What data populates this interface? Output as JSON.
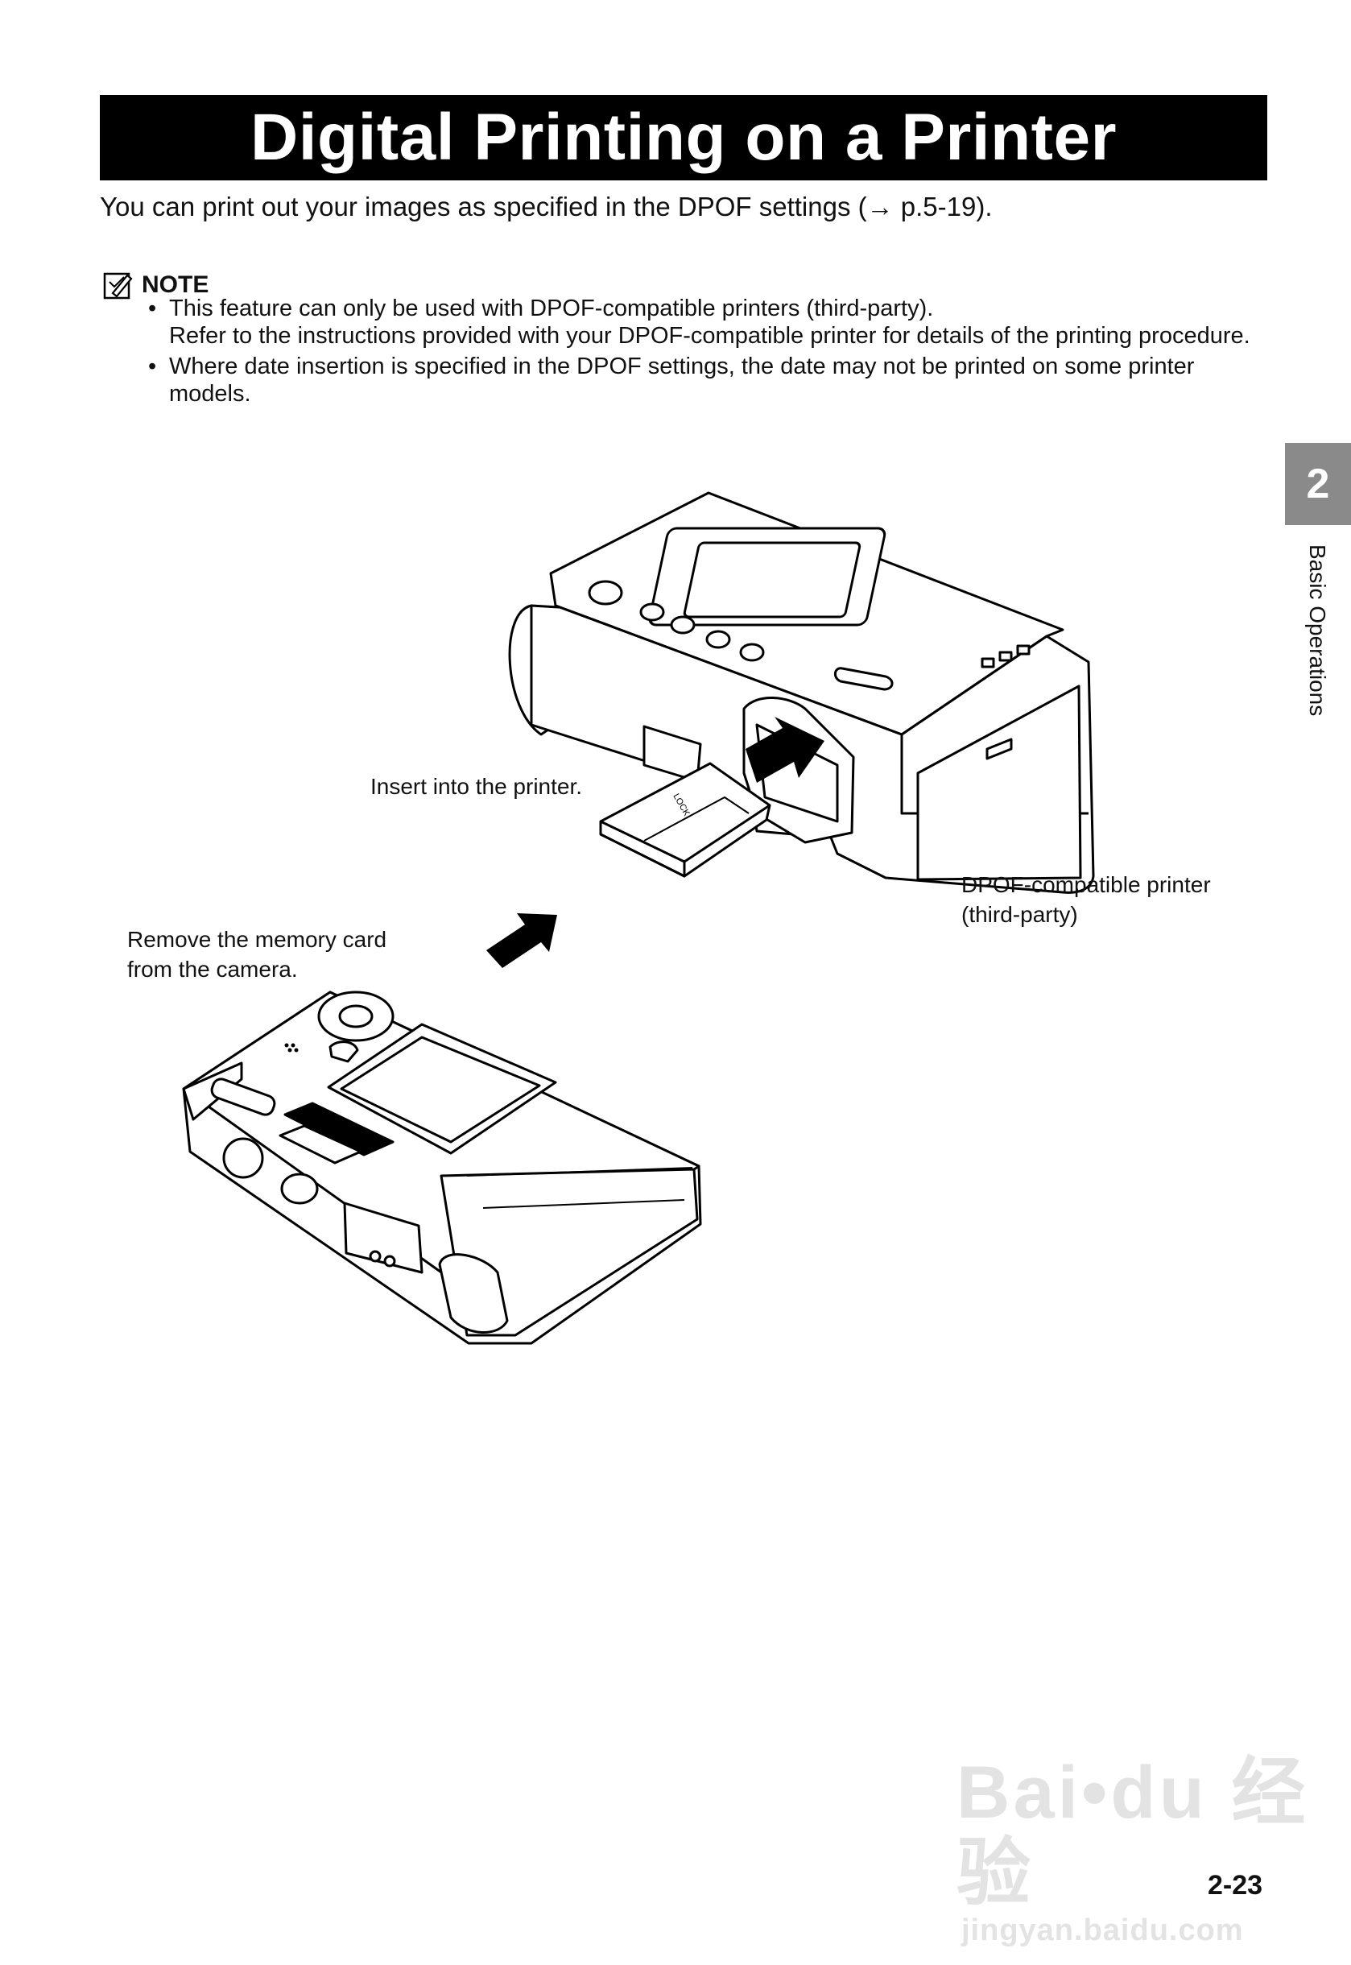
{
  "header": {
    "title": "Digital Printing on a Printer"
  },
  "intro": "You can print out your images as specified in the DPOF settings (→ p.5-19).",
  "note": {
    "icon": "note-pencil-icon",
    "label": "NOTE",
    "items": [
      {
        "lines": [
          "This feature can only be used with DPOF-compatible printers (third-party).",
          "Refer to the instructions provided with your DPOF-compatible printer for details of the printing procedure."
        ]
      },
      {
        "lines": [
          "Where date insertion is specified in the DPOF settings, the date may not be printed on some printer models."
        ]
      }
    ]
  },
  "sidebar": {
    "chapter_number": "2",
    "chapter_label": "Basic Operations"
  },
  "illustration": {
    "insert_caption": "Insert into the printer.",
    "printer_caption_line1": "DPOF-compatible printer",
    "printer_caption_line2": "(third-party)",
    "remove_caption_line1": "Remove the memory card",
    "remove_caption_line2": "from the camera.",
    "card_lock_text": "LOCK"
  },
  "watermark": {
    "main": "Bai•du 经验",
    "sub": "jingyan.baidu.com"
  },
  "footer": {
    "page_number": "2-23"
  }
}
